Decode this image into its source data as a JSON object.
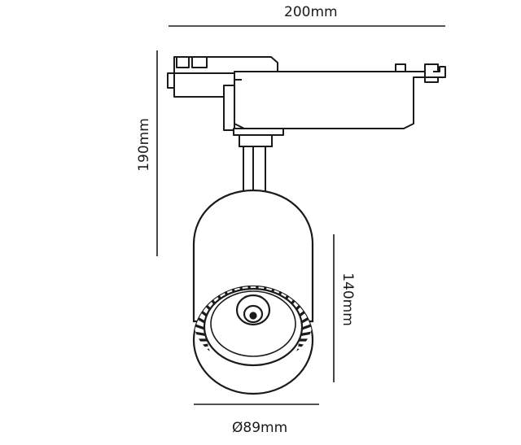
{
  "dimensions": {
    "width": "200mm",
    "height": "190mm",
    "head_length": "140mm",
    "diameter": "Ø89mm"
  },
  "colors": {
    "line": "#1a1a1a",
    "background": "#ffffff"
  }
}
